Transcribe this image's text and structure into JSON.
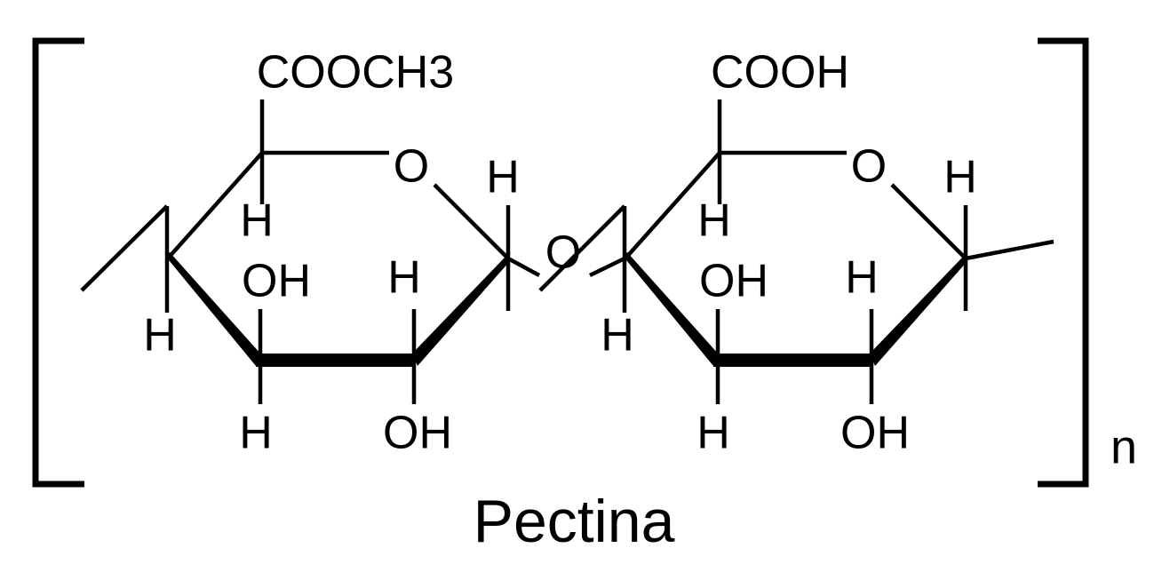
{
  "figure": {
    "caption": "Pectina",
    "repeat_unit_label": "n",
    "colors": {
      "stroke": "#000000",
      "background": "#ffffff"
    },
    "brackets": {
      "left": "[",
      "right": "]"
    }
  },
  "chart_data": {
    "type": "diagram",
    "title": "Pectina",
    "subtype": "chemical-structure-haworth-projection",
    "description": "Repeating disaccharide unit of pectin drawn as two pyranose rings in Haworth projection joined by a glycosidic oxygen, enclosed in square brackets with subscript n.",
    "repeat_subscript": "n",
    "rings": [
      {
        "id": "ring-1",
        "name": "methyl-galacturonate-ring",
        "substituents": [
          {
            "position": "C5-upper-axial",
            "label": "COOCH3"
          },
          {
            "position": "C5-lower",
            "label": "H"
          },
          {
            "position": "ring-oxygen",
            "label": "O"
          },
          {
            "position": "C1-upper",
            "label": "H"
          },
          {
            "position": "C2-upper",
            "label": "H"
          },
          {
            "position": "C3-upper",
            "label": "OH"
          },
          {
            "position": "C4-left",
            "label": "H"
          },
          {
            "position": "C3-lower",
            "label": "H"
          },
          {
            "position": "C2-lower",
            "label": "OH"
          }
        ]
      },
      {
        "id": "ring-2",
        "name": "galacturonic-acid-ring",
        "substituents": [
          {
            "position": "C5-upper-axial",
            "label": "COOH"
          },
          {
            "position": "C5-lower",
            "label": "H"
          },
          {
            "position": "ring-oxygen",
            "label": "O"
          },
          {
            "position": "C1-upper",
            "label": "H"
          },
          {
            "position": "C2-upper",
            "label": "H"
          },
          {
            "position": "C3-upper",
            "label": "OH"
          },
          {
            "position": "C4-left",
            "label": "H"
          },
          {
            "position": "C3-lower",
            "label": "H"
          },
          {
            "position": "C2-lower",
            "label": "OH"
          }
        ]
      }
    ],
    "linkage": {
      "label": "O",
      "name": "glycosidic-oxygen"
    }
  },
  "labels": {
    "ring1": {
      "carboxyl": "COOCH3",
      "ring_oxygen": "O",
      "h_c5": "H",
      "h_anomeric": "H",
      "h_c2_top": "H",
      "oh_c3_top": "OH",
      "h_c4_left": "H",
      "h_c3_bottom": "H",
      "oh_c2_bottom": "OH"
    },
    "ring2": {
      "carboxyl": "COOH",
      "ring_oxygen": "O",
      "h_c5": "H",
      "h_anomeric": "H",
      "h_c2_top": "H",
      "oh_c3_top": "OH",
      "h_c4_left": "H",
      "h_c3_bottom": "H",
      "oh_c2_bottom": "OH"
    },
    "glycosidic_oxygen": "O"
  }
}
